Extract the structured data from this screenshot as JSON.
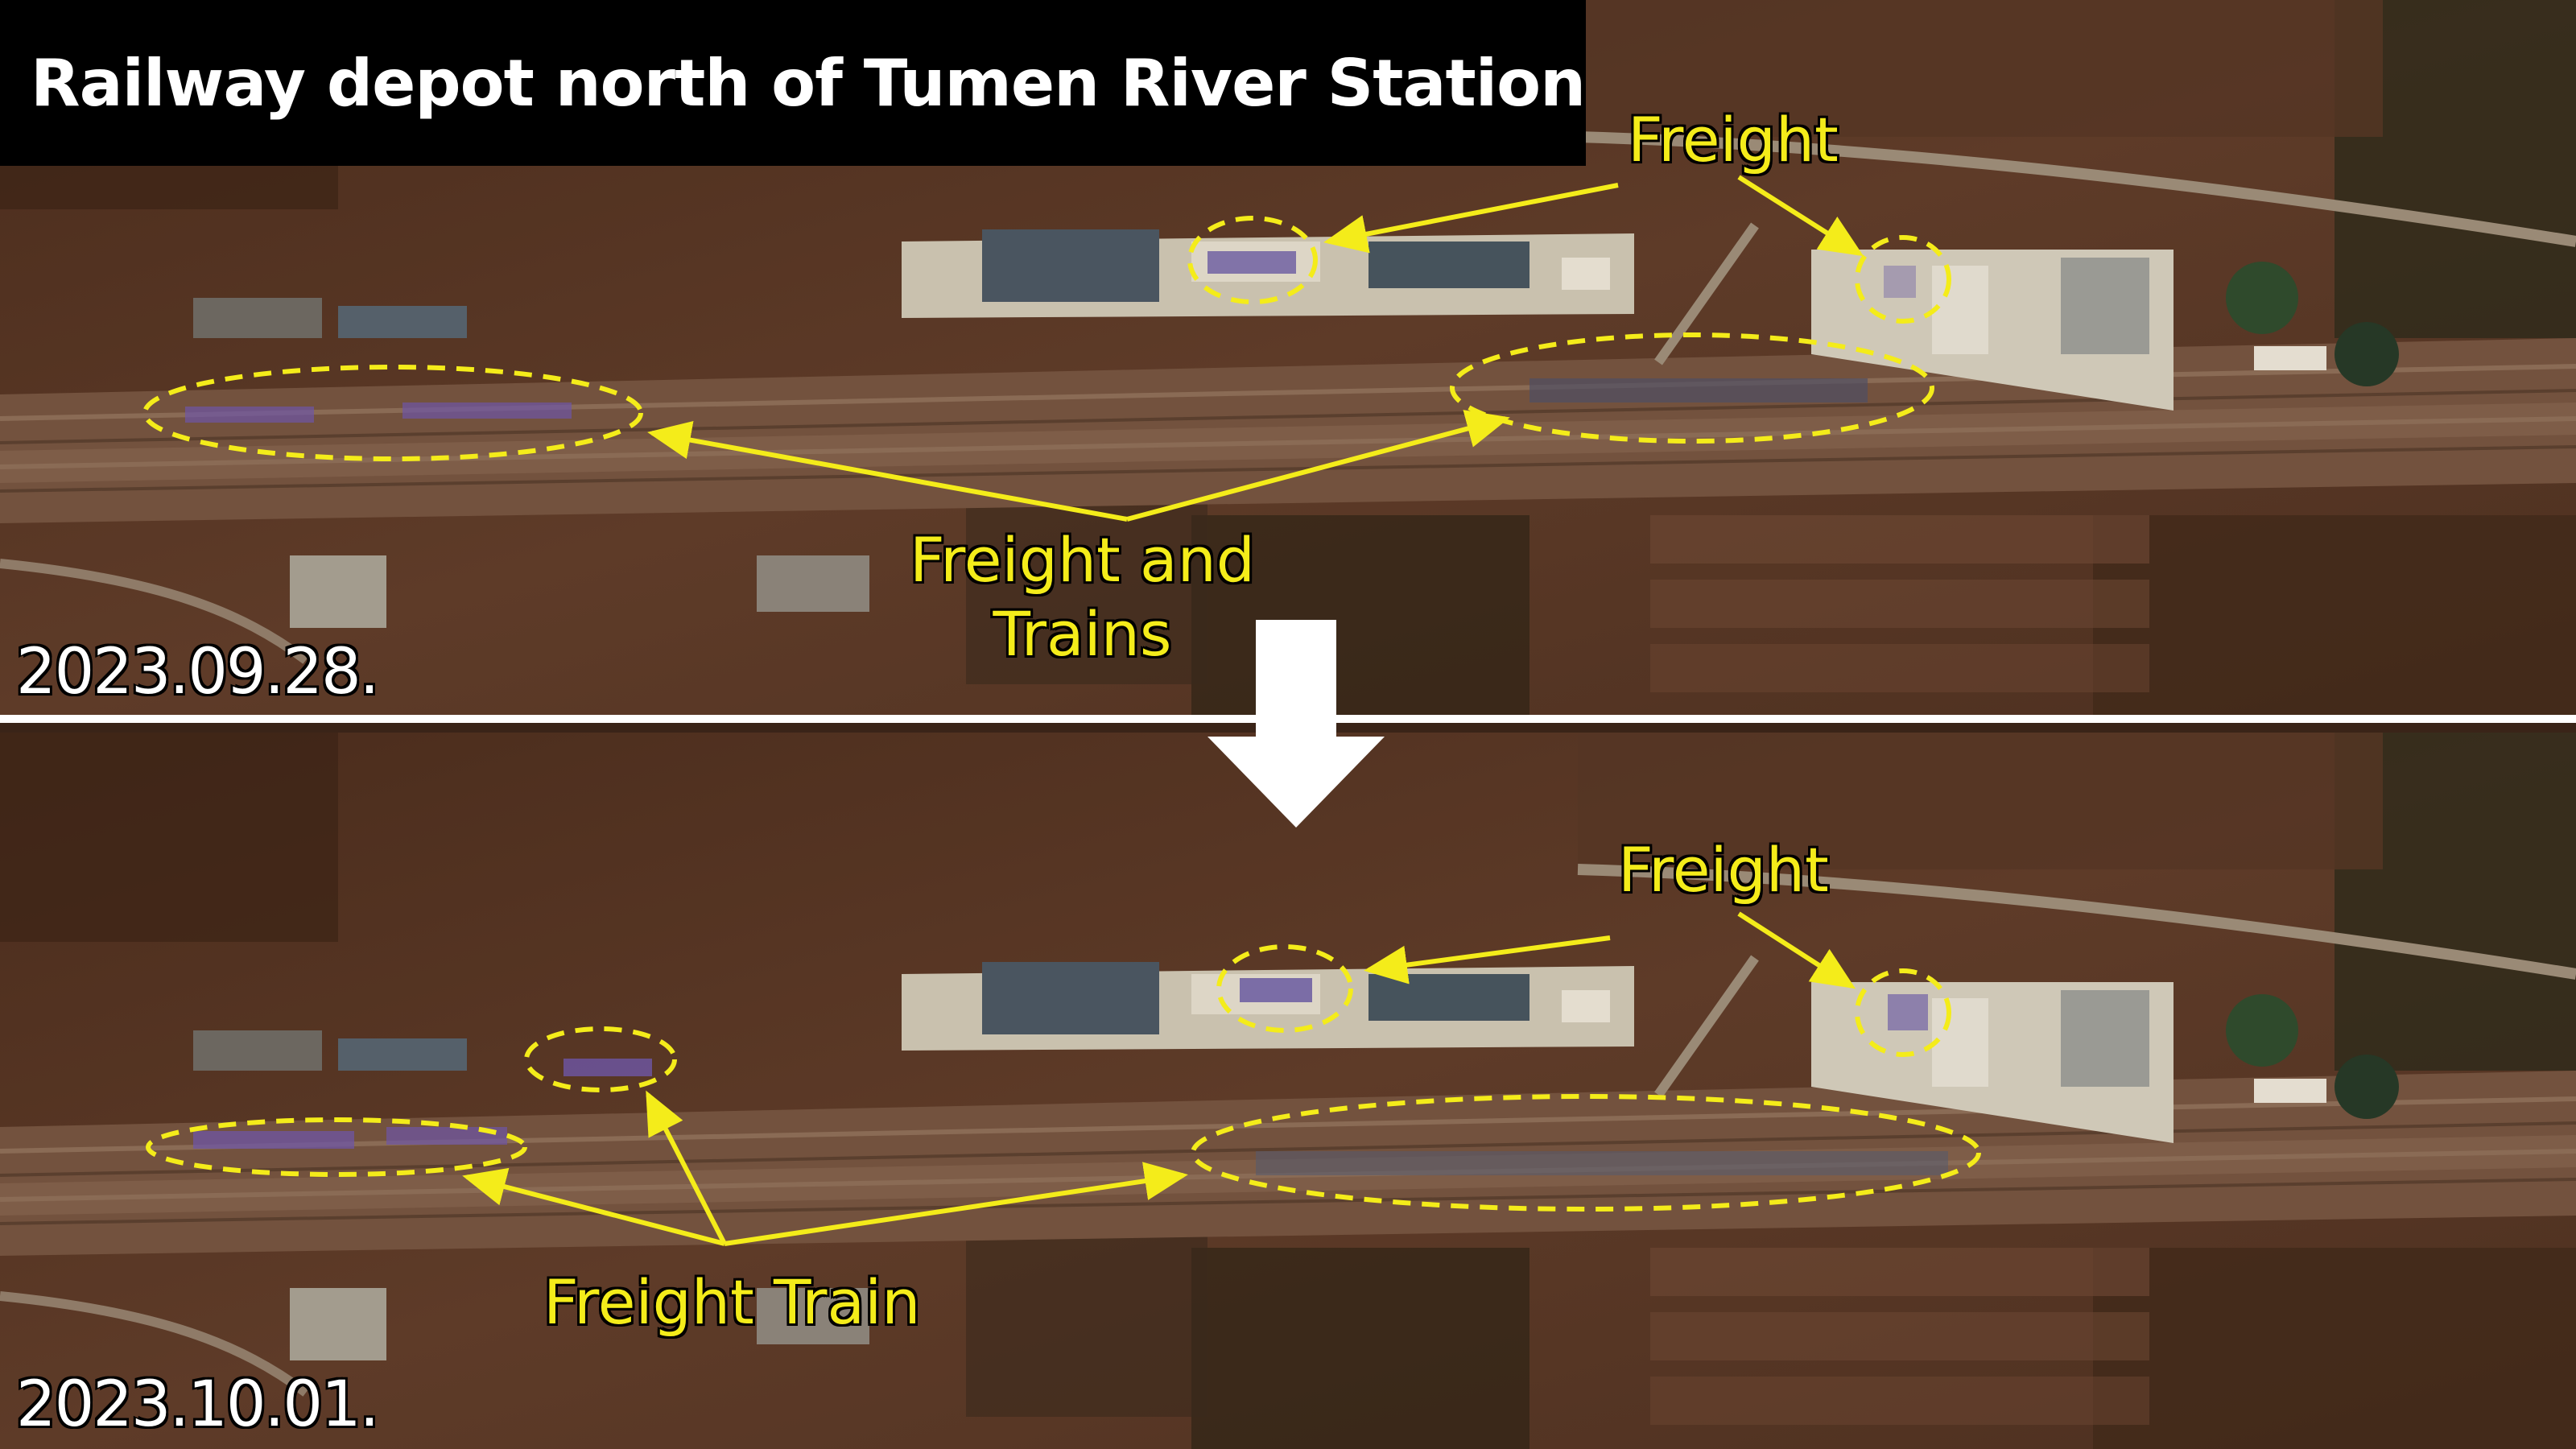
{
  "title": "Railway depot north of Tumen River Station",
  "panels": [
    {
      "date": "2023.09.28.",
      "labels": {
        "freight": "Freight",
        "freight_and_trains": "Freight and\nTrains"
      }
    },
    {
      "date": "2023.10.01.",
      "labels": {
        "freight": "Freight",
        "freight_train": "Freight Train"
      }
    }
  ],
  "colors": {
    "annotation": "#f4ec1a",
    "divider": "#ffffff",
    "title_bg": "#000000",
    "terrain": "#5a3a28"
  },
  "icons": {
    "transition": "down-arrow-icon"
  }
}
